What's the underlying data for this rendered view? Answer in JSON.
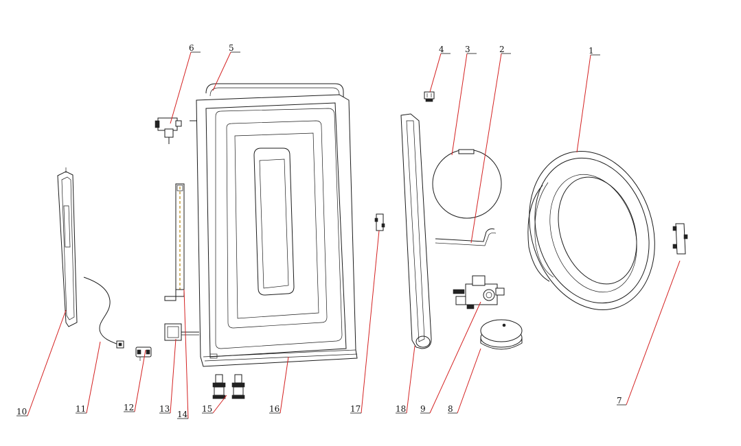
{
  "diagram": {
    "type": "exploded-parts-view",
    "colors": {
      "leader": "#d42020",
      "ink": "#1a1a1a",
      "background": "#ffffff"
    },
    "callouts": [
      {
        "label": "1",
        "part": "door-ring"
      },
      {
        "label": "2",
        "part": "door-handle"
      },
      {
        "label": "3",
        "part": "round-disc"
      },
      {
        "label": "4",
        "part": "cap"
      },
      {
        "label": "5",
        "part": "inner-door-panel"
      },
      {
        "label": "6",
        "part": "valve"
      },
      {
        "label": "7",
        "part": "hinge-bracket"
      },
      {
        "label": "8",
        "part": "round-cover"
      },
      {
        "label": "9",
        "part": "pump-assembly"
      },
      {
        "label": "10",
        "part": "side-panel"
      },
      {
        "label": "11",
        "part": "wire-harness"
      },
      {
        "label": "12",
        "part": "clamp"
      },
      {
        "label": "13",
        "part": "motor-connector"
      },
      {
        "label": "14",
        "part": "door-seal-strip"
      },
      {
        "label": "15",
        "part": "feet"
      },
      {
        "label": "16",
        "part": "outer-door-panel"
      },
      {
        "label": "17",
        "part": "latch"
      },
      {
        "label": "18",
        "part": "frame-strip"
      }
    ]
  }
}
